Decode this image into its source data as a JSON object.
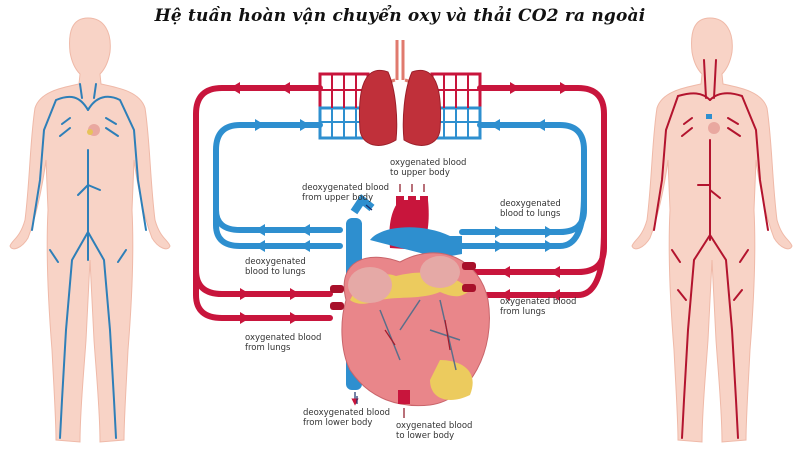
{
  "title": "Hệ tuần hoàn vận chuyển oxy và thải CO2 ra ngoài",
  "colors": {
    "oxygenated": "#c8153c",
    "deoxygenated": "#2e8fcf",
    "skin": "#f8d3c6",
    "skin_outline": "#efb9a8",
    "background": "#ffffff"
  },
  "figures": {
    "left_body": "venous system (blue veins)",
    "right_body": "arterial system (red arteries)",
    "center": "heart and lungs circulation diagram"
  },
  "labels": {
    "oxy_upper": [
      "oxygenated blood",
      "to upper body"
    ],
    "deoxy_upper": [
      "deoxygenated blood",
      "from upper body"
    ],
    "deoxy_lungs_right": [
      "deoxygenated",
      "blood to lungs"
    ],
    "deoxy_lungs_left": [
      "deoxygenated",
      "blood to lungs"
    ],
    "oxy_from_lungs_right": [
      "oxygenated blood",
      "from lungs"
    ],
    "oxy_from_lungs_left": [
      "oxygenated blood",
      "from lungs"
    ],
    "deoxy_lower": [
      "deoxygenated blood",
      "from lower body"
    ],
    "oxy_lower": [
      "oxygenated blood",
      "to lower body"
    ]
  }
}
